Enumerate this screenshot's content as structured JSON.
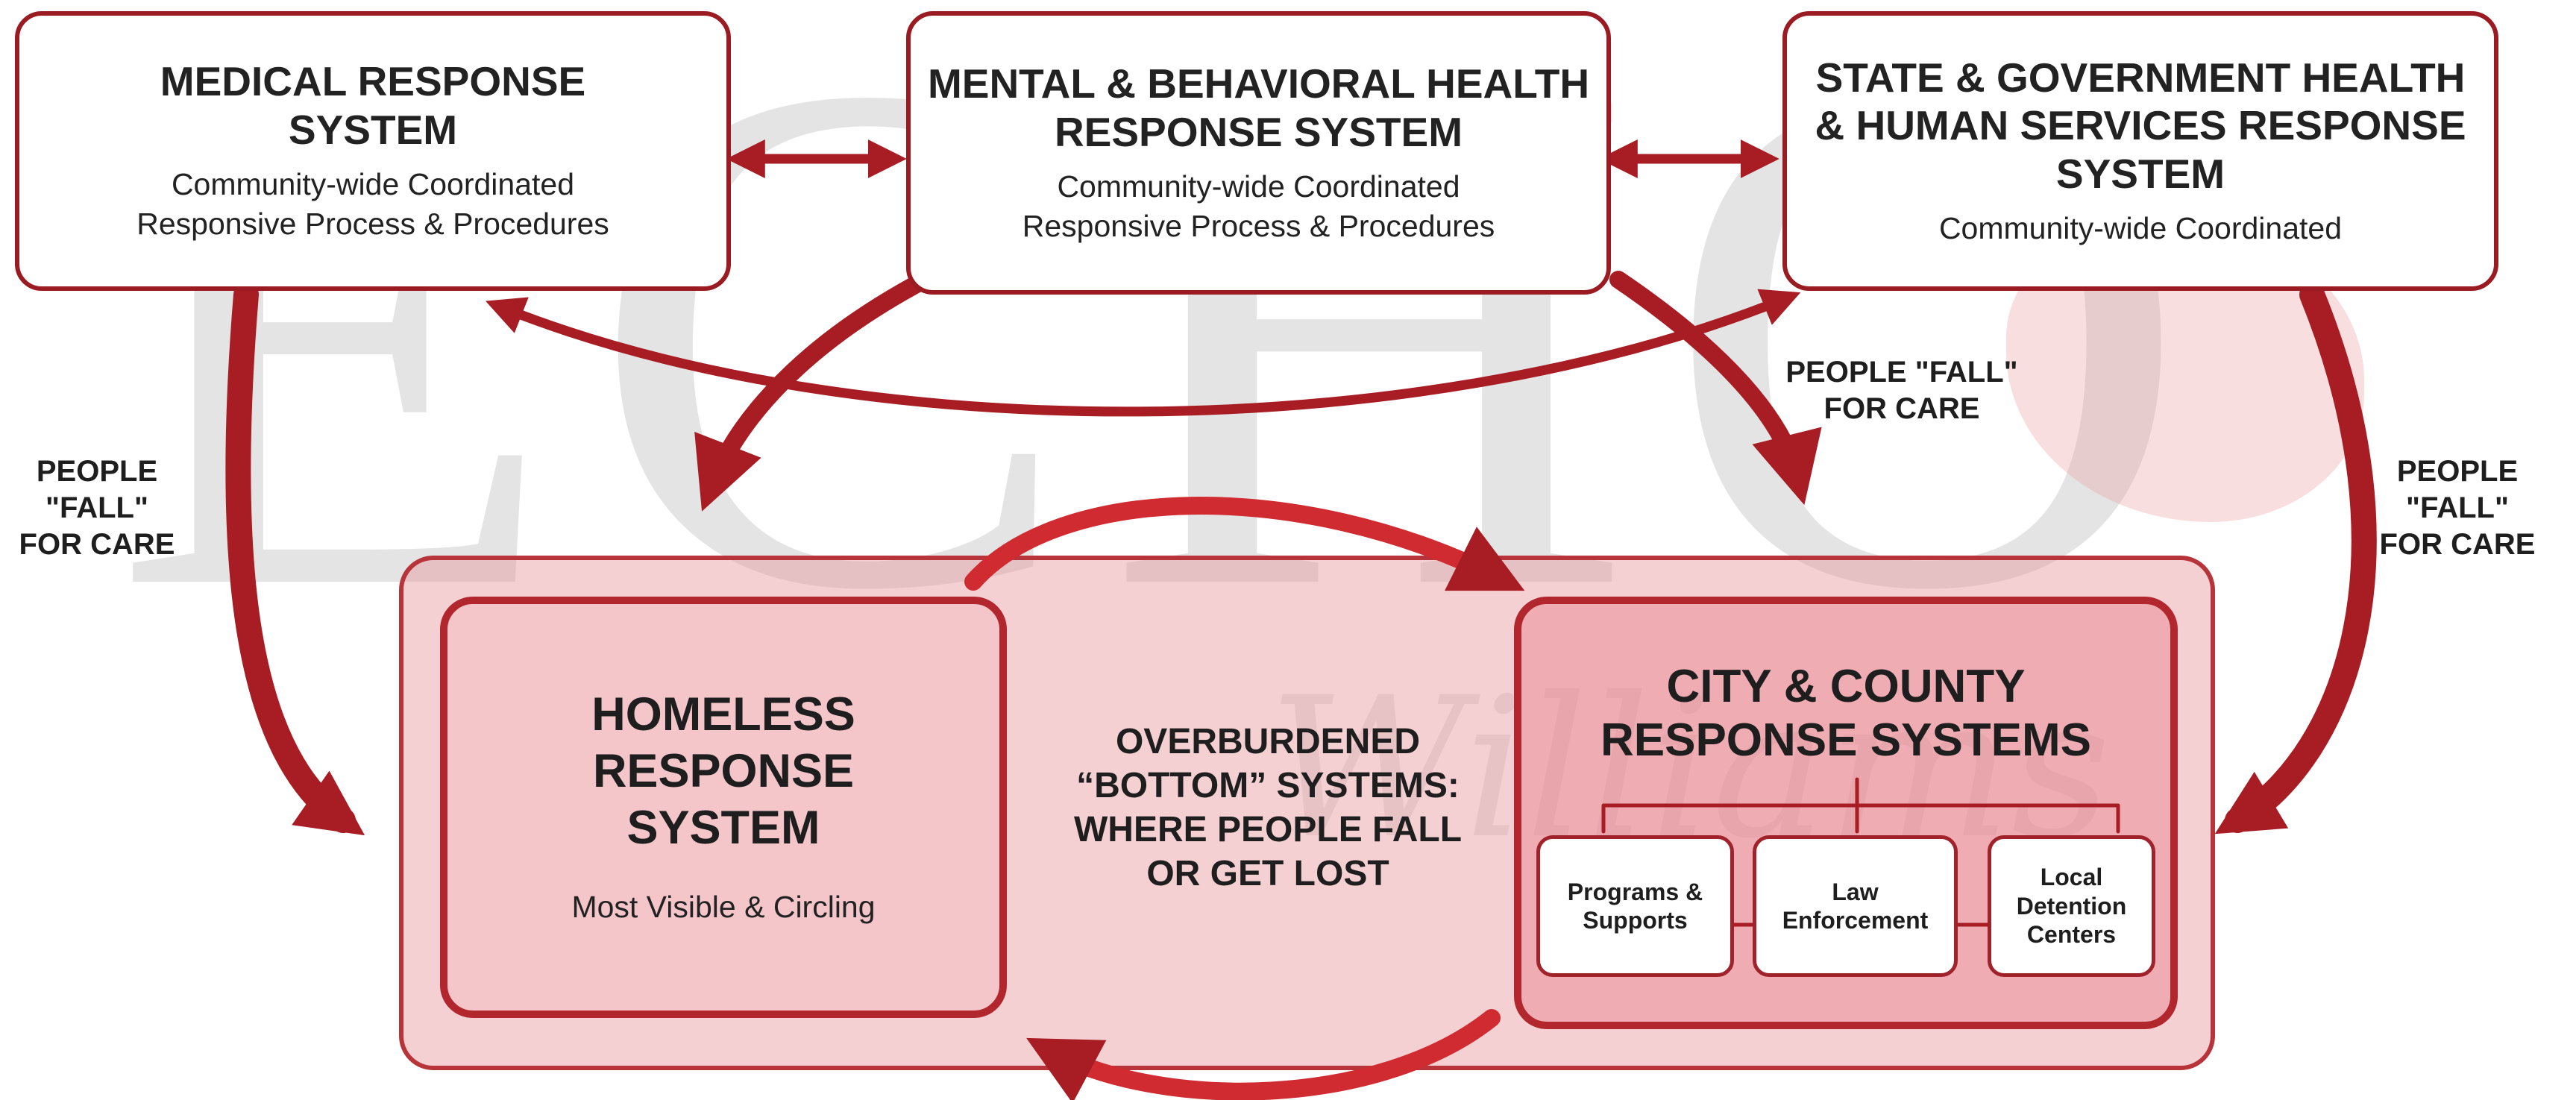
{
  "watermark": {
    "letters": "ECHO",
    "script": "Williams"
  },
  "top_boxes": [
    {
      "title": "MEDICAL RESPONSE SYSTEM",
      "subtitle_lines": [
        "Community-wide Coordinated",
        "Responsive Process & Procedures"
      ]
    },
    {
      "title": "MENTAL & BEHAVIORAL HEALTH RESPONSE SYSTEM",
      "subtitle_lines": [
        "Community-wide Coordinated",
        "Responsive Process & Procedures"
      ]
    },
    {
      "title": "STATE & GOVERNMENT HEALTH & HUMAN SERVICES RESPONSE SYSTEM",
      "subtitle_lines": [
        "Community-wide Coordinated"
      ]
    }
  ],
  "fall_labels": {
    "left": [
      "PEOPLE",
      "\"FALL\"",
      "FOR CARE"
    ],
    "middle": [
      "PEOPLE \"FALL\"",
      "FOR CARE"
    ],
    "right": [
      "PEOPLE",
      "\"FALL\"",
      "FOR CARE"
    ]
  },
  "homeless": {
    "title_lines": [
      "HOMELESS",
      "RESPONSE",
      "SYSTEM"
    ],
    "subtitle": "Most Visible & Circling"
  },
  "center_text": [
    "OVERBURDENED",
    "“BOTTOM” SYSTEMS:",
    "WHERE PEOPLE FALL",
    "OR GET LOST"
  ],
  "city": {
    "title_lines": [
      "CITY & COUNTY",
      "RESPONSE SYSTEMS"
    ],
    "sub_boxes": [
      {
        "lines": [
          "Programs &",
          "Supports"
        ]
      },
      {
        "lines": [
          "Law",
          "Enforcement"
        ]
      },
      {
        "lines": [
          "Local",
          "Detention",
          "Centers"
        ]
      }
    ]
  },
  "colors": {
    "arrow": "#a81c24",
    "border": "#9b1b22",
    "outer_fill": "#f2b8bc"
  }
}
